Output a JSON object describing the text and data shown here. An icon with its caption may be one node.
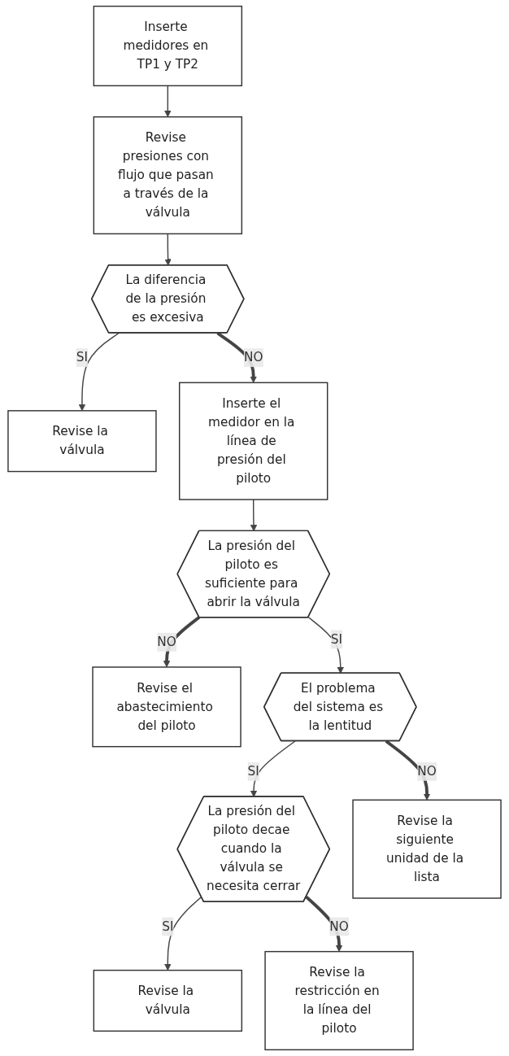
{
  "diagram": {
    "nodes": [
      {
        "text": [
          "Inserte medidores en TP1 y TP2"
        ]
      },
      {
        "text": [
          "Revise presiones con flujo que pasan a través de la válvula"
        ]
      },
      {
        "text": [
          "La diferencia de la presión es excesiva"
        ]
      },
      {
        "text": [
          "Revise la válvula"
        ]
      },
      {
        "text": [
          "Inserte el medidor en la línea de presión del piloto"
        ]
      },
      {
        "text": [
          "La presión del piloto es suficiente para abrir la válvula"
        ]
      },
      {
        "text": [
          "Revise el abastecimiento del piloto"
        ]
      },
      {
        "text": [
          "El problema del sistema es la lentitud"
        ]
      },
      {
        "text": [
          "La presión del piloto decae cuando la válvula se necesita cerrar"
        ]
      },
      {
        "text": [
          "Revise la válvula"
        ]
      },
      {
        "text": [
          "Revise la siguiente unidad de la lista"
        ]
      },
      {
        "text": [
          "Revise la restricción en la línea del piloto"
        ]
      }
    ],
    "edges": [
      {
        "from": 0,
        "to": 1,
        "arrow": "to"
      },
      {
        "from": 1,
        "to": 2,
        "arrow": "to"
      },
      {
        "from": 2,
        "to": 3,
        "arrow": "to",
        "label": "SI"
      },
      {
        "from": 2,
        "to": 4,
        "arrow": "to",
        "label": "NO",
        "style": "thick"
      },
      {
        "from": 4,
        "to": 5,
        "arrow": "to"
      },
      {
        "from": 5,
        "to": 6,
        "arrow": "to",
        "label": "NO",
        "style": "thick"
      },
      {
        "from": 5,
        "to": 7,
        "arrow": "to",
        "label": "SI"
      },
      {
        "from": 7,
        "to": 8,
        "arrow": "to",
        "label": "SI"
      },
      {
        "from": 8,
        "to": 9,
        "arrow": "to",
        "label": "SI"
      },
      {
        "from": 7,
        "to": 10,
        "arrow": "to",
        "label": "NO",
        "style": "thick"
      },
      {
        "from": 8,
        "to": 11,
        "arrow": "to",
        "label": "NO",
        "style": "thick"
      }
    ]
  }
}
